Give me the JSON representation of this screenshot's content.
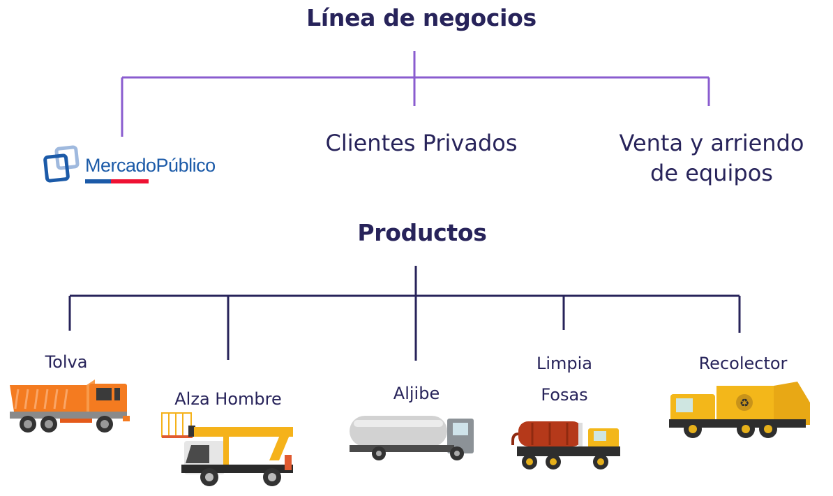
{
  "business_lines": {
    "title": "Línea de negocios",
    "line_color": "#8a5ccf",
    "root_dot_color": "#8edb66",
    "items": [
      {
        "label": "MercadoPúblico",
        "dot_color": "#f0e964",
        "type": "logo"
      },
      {
        "label": "Clientes Privados",
        "dot_color": "#00fcf0",
        "type": "text"
      },
      {
        "label_lines": [
          "Venta y arriendo",
          "de equipos"
        ],
        "dot_color": "#c3f70a",
        "type": "text"
      }
    ]
  },
  "products": {
    "title": "Productos",
    "line_color": "#27235a",
    "root_dot_color": "#8edb66",
    "items": [
      {
        "label_lines": [
          "Tolva"
        ],
        "dot_color": "#8edb66",
        "vehicle": "dump-truck"
      },
      {
        "label_lines": [
          "Alza Hombre"
        ],
        "dot_color": "#8edb66",
        "vehicle": "aerial-lift-truck"
      },
      {
        "label_lines": [
          "Aljibe"
        ],
        "dot_color": "#8edb66",
        "vehicle": "water-tanker-truck"
      },
      {
        "label_lines": [
          "Limpia",
          "Fosas"
        ],
        "dot_color": "#8edb66",
        "vehicle": "septic-vacuum-truck"
      },
      {
        "label_lines": [
          "Recolector"
        ],
        "dot_color": "#8dd90c",
        "vehicle": "garbage-truck"
      }
    ]
  },
  "logo": {
    "name": "MercadoPúblico",
    "colors": {
      "primary": "#1b5aa8",
      "secondary": "#9fb9de",
      "bar_blue": "#1b5aa8",
      "bar_red": "#ee1133"
    }
  }
}
